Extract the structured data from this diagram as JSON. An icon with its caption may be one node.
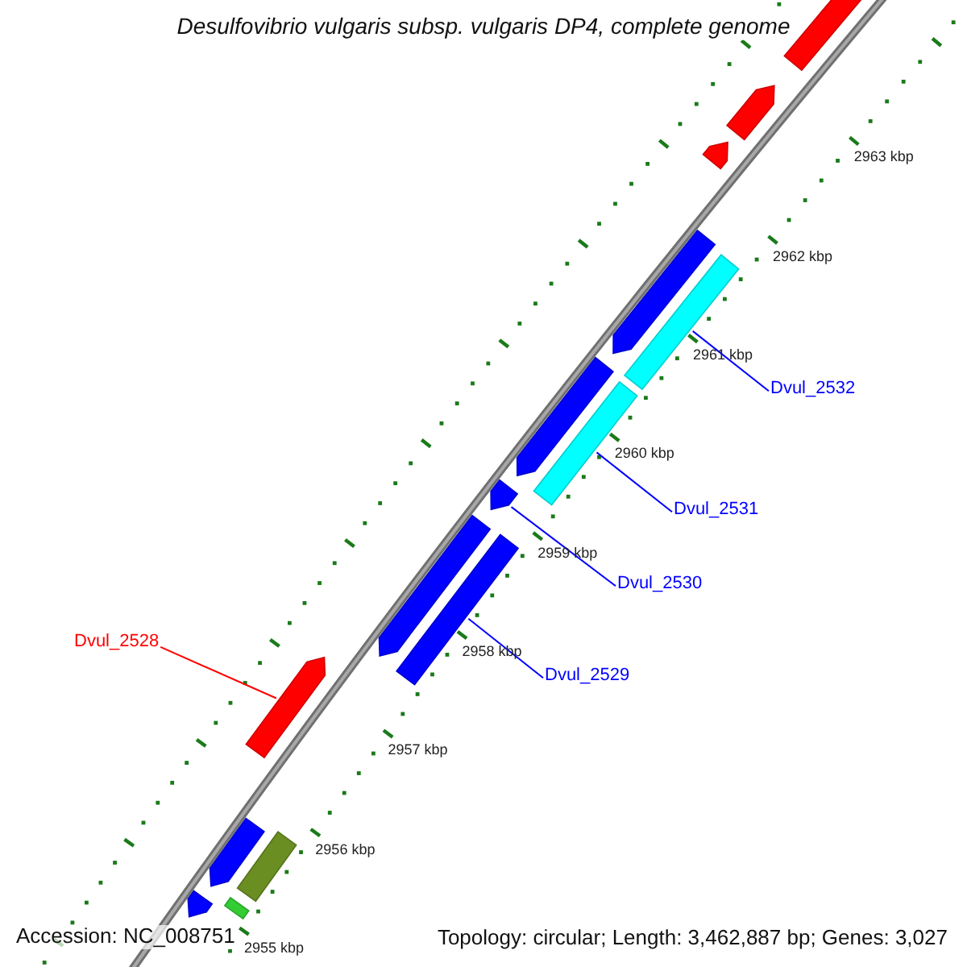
{
  "diagram": {
    "title": "Desulfovibrio vulgaris subsp. vulgaris DP4, complete genome",
    "nodes": [
      {
        "text": [],
        "shape": "arrow"
      },
      {
        "text": [],
        "shape": "arrow"
      },
      {
        "text": [],
        "shape": "arrow"
      },
      {
        "text": [],
        "shape": "arrow"
      },
      {
        "text": [],
        "shape": "bar"
      },
      {
        "text": [
          "Dvul_2532"
        ]
      },
      {
        "text": [],
        "shape": "arrow"
      },
      {
        "text": [],
        "shape": "bar"
      },
      {
        "text": [],
        "shape": "arrow"
      },
      {
        "text": [
          "Dvul_2531"
        ]
      },
      {
        "text": [],
        "shape": "arrow"
      },
      {
        "text": [],
        "shape": "bar"
      },
      {
        "text": [
          "Dvul_2530"
        ]
      },
      {
        "text": [
          "Dvul_2528"
        ]
      },
      {
        "text": [
          "Dvul_2529"
        ]
      },
      {
        "text": [],
        "shape": "arrow"
      },
      {
        "text": [],
        "shape": "arrow"
      },
      {
        "text": [],
        "shape": "bar"
      },
      {
        "text": [],
        "shape": "arrow"
      },
      {
        "text": [],
        "shape": "bar"
      }
    ],
    "edges": [
      {
        "from": 5,
        "to": 4,
        "arrow": "none"
      },
      {
        "from": 9,
        "to": 7,
        "arrow": "none"
      },
      {
        "from": 12,
        "to": 8,
        "arrow": "none"
      },
      {
        "from": 13,
        "to": 15,
        "arrow": "none",
        "color": "#ff0000"
      },
      {
        "from": 14,
        "to": 11,
        "arrow": "none"
      }
    ],
    "labels": [
      "2963 kbp",
      "2962 kbp",
      "2961 kbp",
      "2960 kbp",
      "2959 kbp",
      "2958 kbp",
      "2957 kbp",
      "2956 kbp",
      "2955 kbp",
      "Accession: NC_008751",
      "Topology: circular; Length: 3,462,887 bp; Genes: 3,027"
    ]
  }
}
